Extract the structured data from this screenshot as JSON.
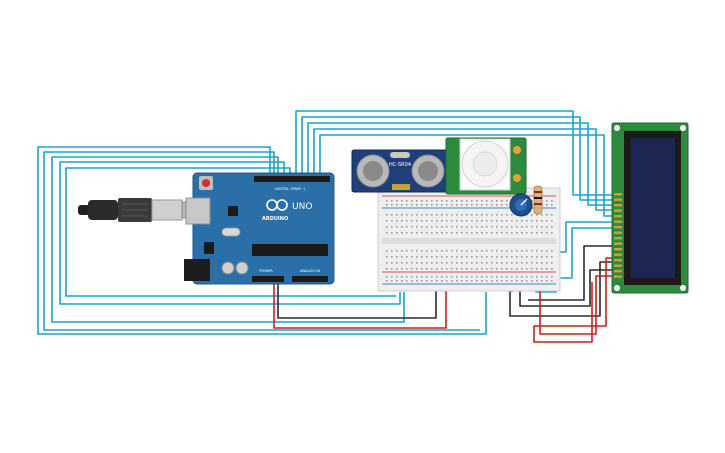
{
  "colors": {
    "background": "#ffffff",
    "wire_signal": "#1aa3c8",
    "wire_power": "#cc1f1f",
    "wire_ground": "#2b2b2b",
    "arduino_board": "#2a6fa8",
    "sensor_board": "#1f3f7a",
    "pir_board": "#2e8b3e",
    "lcd_frame": "#2e8b3e",
    "lcd_screen": "#1c2650",
    "breadboard": "#eeeeee"
  },
  "arduino": {
    "logo_text": "ARDUINO",
    "model_text": "UNO",
    "digital_header_label": "DIGITAL (PWM~)",
    "power_header_label": "POWER",
    "analog_header_label": "ANALOG IN"
  },
  "ultrasonic": {
    "label": "HC-SR04"
  },
  "icons": {
    "usb_cable": "usb-cable-icon",
    "potentiometer": "potentiometer-icon",
    "reset_button": "reset-button-icon"
  }
}
